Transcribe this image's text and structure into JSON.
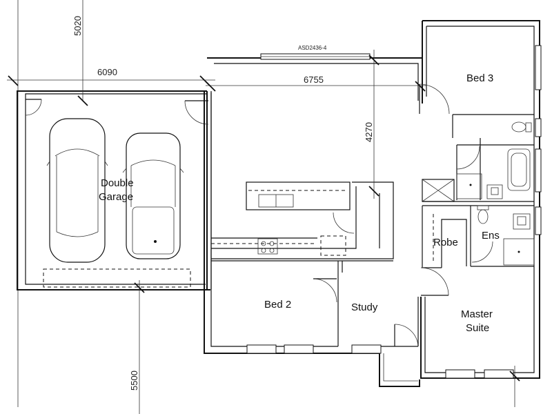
{
  "rooms": {
    "garage_line1": "Double",
    "garage_line2": "Garage",
    "bed3": "Bed 3",
    "bed2": "Bed 2",
    "study": "Study",
    "robe": "Robe",
    "ens": "Ens",
    "master_line1": "Master",
    "master_line2": "Suite"
  },
  "dimensions": {
    "top_left": "5020",
    "garage_width": "6090",
    "living_width": "6755",
    "living_depth": "4270",
    "bottom": "5500"
  },
  "window_code": "ASD2436-4"
}
